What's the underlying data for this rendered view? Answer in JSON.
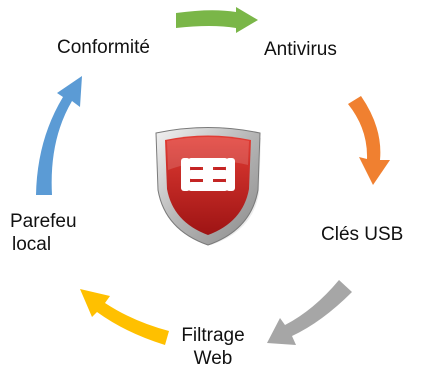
{
  "cycle": {
    "steps": [
      {
        "id": "conformite",
        "lines": [
          "Conformité"
        ]
      },
      {
        "id": "antivirus",
        "lines": [
          "Antivirus"
        ]
      },
      {
        "id": "cles-usb",
        "lines": [
          "Clés USB"
        ]
      },
      {
        "id": "filtrage-web",
        "lines": [
          "Filtrage",
          "Web"
        ]
      },
      {
        "id": "parefeu-local",
        "lines": [
          "Parefeu",
          "local"
        ]
      }
    ],
    "arrows": [
      {
        "from": "conformite",
        "to": "antivirus",
        "color": "#7ab648"
      },
      {
        "from": "antivirus",
        "to": "cles-usb",
        "color": "#f08030"
      },
      {
        "from": "cles-usb",
        "to": "filtrage-web",
        "color": "#a6a6a6"
      },
      {
        "from": "filtrage-web",
        "to": "parefeu-local",
        "color": "#ffc000"
      },
      {
        "from": "parefeu-local",
        "to": "conformite",
        "color": "#5b9bd5"
      }
    ]
  },
  "logo": {
    "icon": "fortinet-shield-logo-icon",
    "colors": {
      "shield_red": "#d42a2a",
      "shield_red_dark": "#9e1414",
      "rim_silver": "#c8c8c8",
      "mark_white": "#ffffff"
    }
  }
}
